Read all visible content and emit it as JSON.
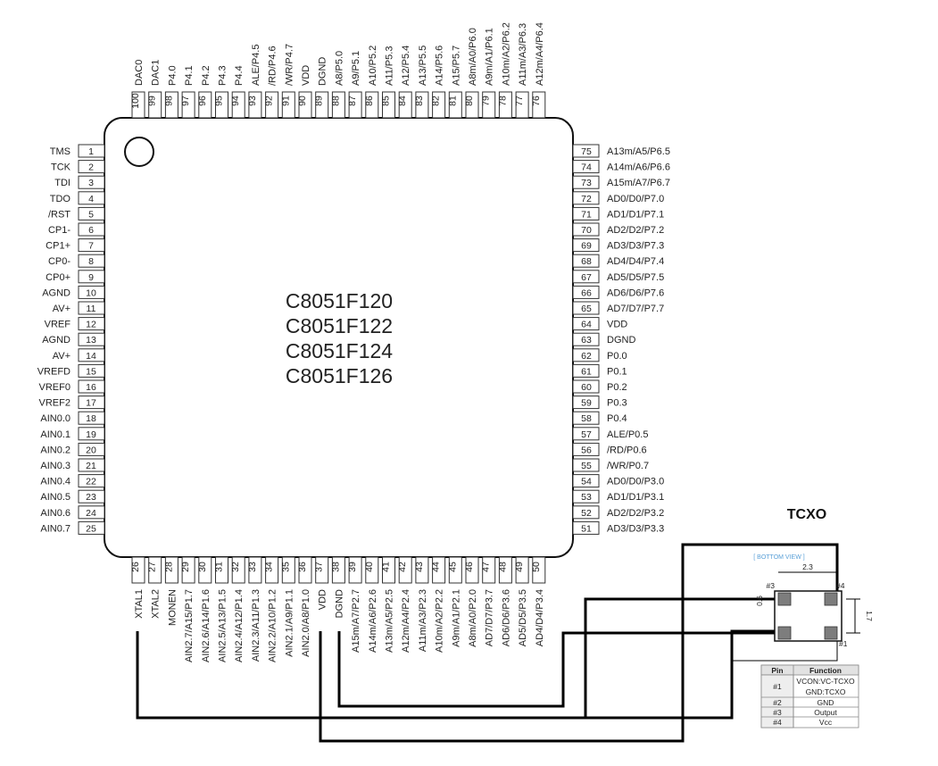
{
  "chip": {
    "part_numbers": [
      "C8051F120",
      "C8051F122",
      "C8051F124",
      "C8051F126"
    ],
    "pins_left": [
      {
        "num": "1",
        "label": "TMS"
      },
      {
        "num": "2",
        "label": "TCK"
      },
      {
        "num": "3",
        "label": "TDI"
      },
      {
        "num": "4",
        "label": "TDO"
      },
      {
        "num": "5",
        "label": "/RST"
      },
      {
        "num": "6",
        "label": "CP1-"
      },
      {
        "num": "7",
        "label": "CP1+"
      },
      {
        "num": "8",
        "label": "CP0-"
      },
      {
        "num": "9",
        "label": "CP0+"
      },
      {
        "num": "10",
        "label": "AGND"
      },
      {
        "num": "11",
        "label": "AV+"
      },
      {
        "num": "12",
        "label": "VREF"
      },
      {
        "num": "13",
        "label": "AGND"
      },
      {
        "num": "14",
        "label": "AV+"
      },
      {
        "num": "15",
        "label": "VREFD"
      },
      {
        "num": "16",
        "label": "VREF0"
      },
      {
        "num": "17",
        "label": "VREF2"
      },
      {
        "num": "18",
        "label": "AIN0.0"
      },
      {
        "num": "19",
        "label": "AIN0.1"
      },
      {
        "num": "20",
        "label": "AIN0.2"
      },
      {
        "num": "21",
        "label": "AIN0.3"
      },
      {
        "num": "22",
        "label": "AIN0.4"
      },
      {
        "num": "23",
        "label": "AIN0.5"
      },
      {
        "num": "24",
        "label": "AIN0.6"
      },
      {
        "num": "25",
        "label": "AIN0.7"
      }
    ],
    "pins_right": [
      {
        "num": "75",
        "label": "A13m/A5/P6.5"
      },
      {
        "num": "74",
        "label": "A14m/A6/P6.6"
      },
      {
        "num": "73",
        "label": "A15m/A7/P6.7"
      },
      {
        "num": "72",
        "label": "AD0/D0/P7.0"
      },
      {
        "num": "71",
        "label": "AD1/D1/P7.1"
      },
      {
        "num": "70",
        "label": "AD2/D2/P7.2"
      },
      {
        "num": "69",
        "label": "AD3/D3/P7.3"
      },
      {
        "num": "68",
        "label": "AD4/D4/P7.4"
      },
      {
        "num": "67",
        "label": "AD5/D5/P7.5"
      },
      {
        "num": "66",
        "label": "AD6/D6/P7.6"
      },
      {
        "num": "65",
        "label": "AD7/D7/P7.7"
      },
      {
        "num": "64",
        "label": "VDD"
      },
      {
        "num": "63",
        "label": "DGND"
      },
      {
        "num": "62",
        "label": "P0.0"
      },
      {
        "num": "61",
        "label": "P0.1"
      },
      {
        "num": "60",
        "label": "P0.2"
      },
      {
        "num": "59",
        "label": "P0.3"
      },
      {
        "num": "58",
        "label": "P0.4"
      },
      {
        "num": "57",
        "label": "ALE/P0.5"
      },
      {
        "num": "56",
        "label": "/RD/P0.6"
      },
      {
        "num": "55",
        "label": "/WR/P0.7"
      },
      {
        "num": "54",
        "label": "AD0/D0/P3.0"
      },
      {
        "num": "53",
        "label": "AD1/D1/P3.1"
      },
      {
        "num": "52",
        "label": "AD2/D2/P3.2"
      },
      {
        "num": "51",
        "label": "AD3/D3/P3.3"
      }
    ],
    "pins_top": [
      {
        "num": "100",
        "label": "DAC0"
      },
      {
        "num": "99",
        "label": "DAC1"
      },
      {
        "num": "98",
        "label": "P4.0"
      },
      {
        "num": "97",
        "label": "P4.1"
      },
      {
        "num": "96",
        "label": "P4.2"
      },
      {
        "num": "95",
        "label": "P4.3"
      },
      {
        "num": "94",
        "label": "P4.4"
      },
      {
        "num": "93",
        "label": "ALE/P4.5"
      },
      {
        "num": "92",
        "label": "/RD/P4.6"
      },
      {
        "num": "91",
        "label": "/WR/P4.7"
      },
      {
        "num": "90",
        "label": "VDD"
      },
      {
        "num": "89",
        "label": "DGND"
      },
      {
        "num": "88",
        "label": "A8/P5.0"
      },
      {
        "num": "87",
        "label": "A9/P5.1"
      },
      {
        "num": "86",
        "label": "A10/P5.2"
      },
      {
        "num": "85",
        "label": "A11/P5.3"
      },
      {
        "num": "84",
        "label": "A12/P5.4"
      },
      {
        "num": "83",
        "label": "A13/P5.5"
      },
      {
        "num": "82",
        "label": "A14/P5.6"
      },
      {
        "num": "81",
        "label": "A15/P5.7"
      },
      {
        "num": "80",
        "label": "A8m/A0/P6.0"
      },
      {
        "num": "79",
        "label": "A9m/A1/P6.1"
      },
      {
        "num": "78",
        "label": "A10m/A2/P6.2"
      },
      {
        "num": "77",
        "label": "A11m/A3/P6.3"
      },
      {
        "num": "76",
        "label": "A12m/A4/P6.4"
      }
    ],
    "pins_bottom": [
      {
        "num": "26",
        "label": "XTAL1"
      },
      {
        "num": "27",
        "label": "XTAL2"
      },
      {
        "num": "28",
        "label": "MONEN"
      },
      {
        "num": "29",
        "label": "AIN2.7/A15/P1.7"
      },
      {
        "num": "30",
        "label": "AIN2.6/A14/P1.6"
      },
      {
        "num": "31",
        "label": "AIN2.5/A13/P1.5"
      },
      {
        "num": "32",
        "label": "AIN2.4/A12/P1.4"
      },
      {
        "num": "33",
        "label": "AIN2.3/A11/P1.3"
      },
      {
        "num": "34",
        "label": "AIN2.2/A10/P1.2"
      },
      {
        "num": "35",
        "label": "AIN2.1/A9/P1.1"
      },
      {
        "num": "36",
        "label": "AIN2.0/A8/P1.0"
      },
      {
        "num": "37",
        "label": "VDD"
      },
      {
        "num": "38",
        "label": "DGND"
      },
      {
        "num": "39",
        "label": "A15m/A7/P2.7"
      },
      {
        "num": "40",
        "label": "A14m/A6/P2.6"
      },
      {
        "num": "41",
        "label": "A13m/A5/P2.5"
      },
      {
        "num": "42",
        "label": "A12m/A4/P2.4"
      },
      {
        "num": "43",
        "label": "A11m/A3/P2.3"
      },
      {
        "num": "44",
        "label": "A10m/A2/P2.2"
      },
      {
        "num": "45",
        "label": "A9m/A1/P2.1"
      },
      {
        "num": "46",
        "label": "A8m/A0/P2.0"
      },
      {
        "num": "47",
        "label": "AD7/D7/P3.7"
      },
      {
        "num": "48",
        "label": "AD6/D6/P3.6"
      },
      {
        "num": "49",
        "label": "AD5/D5/P3.5"
      },
      {
        "num": "50",
        "label": "AD4/D4/P3.4"
      }
    ]
  },
  "tcxo": {
    "title": "TCXO",
    "bottom_view_label": "[ BOTTOM VIEW ]",
    "dim_width": "2.3",
    "dim_height": "1.7",
    "dim_pad": "0.6",
    "pad_labels": [
      "#3",
      "#4",
      "#1"
    ],
    "table_header": {
      "pin": "Pin",
      "function": "Function"
    },
    "table_rows": [
      {
        "pin": "#1",
        "func1": "VCON:VC-TCXO",
        "func2": "GND:TCXO"
      },
      {
        "pin": "#2",
        "func1": "GND",
        "func2": ""
      },
      {
        "pin": "#3",
        "func1": "Output",
        "func2": ""
      },
      {
        "pin": "#4",
        "func1": "Vcc",
        "func2": ""
      }
    ]
  }
}
